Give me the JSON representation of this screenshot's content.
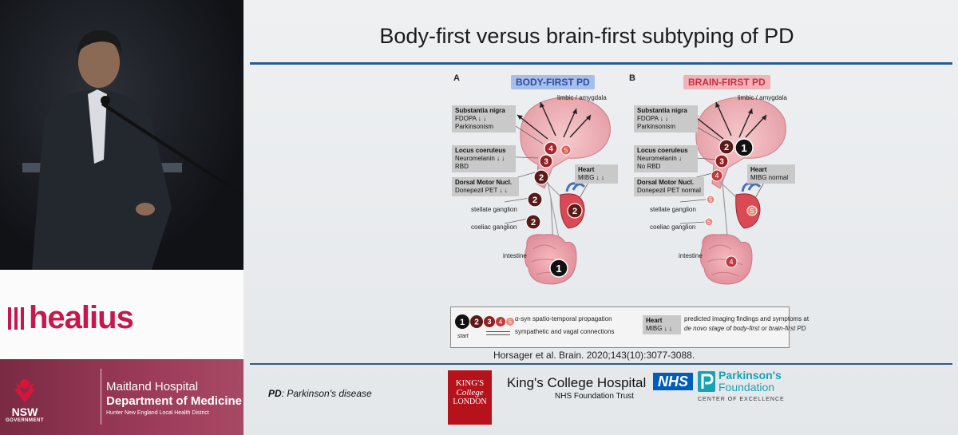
{
  "slide": {
    "title": "Body-first versus brain-first subtyping of PD",
    "footnote_abbr": "PD",
    "footnote_text": ": Parkinson's disease",
    "citation": "Horsager et al. Brain. 2020;143(10):3077-3088."
  },
  "panel_a": {
    "letter": "A",
    "heading": "BODY-FIRST PD",
    "limbic": "limbic / amygdala",
    "sn_title": "Substantia nigra",
    "sn_l1": "FDOPA ↓ ↓",
    "sn_l2": "Parkinsonism",
    "lc_title": "Locus coeruleus",
    "lc_l1": "Neuromelanin ↓ ↓",
    "lc_l2": "RBD",
    "dmn_title": "Dorsal Motor Nucl.",
    "dmn_l1": "Donepezil PET ↓ ↓",
    "heart_title": "Heart",
    "heart_l1": "MIBG ↓ ↓",
    "stellate": "stellate ganglion",
    "coeliac": "coeliac ganglion",
    "intestine": "intestine",
    "n_sn": "4",
    "n_limbic": "5",
    "n_lc": "3",
    "n_dmn": "2",
    "n_stellate": "2",
    "n_coeliac": "2",
    "n_heart": "2",
    "n_intestine": "1"
  },
  "panel_b": {
    "letter": "B",
    "heading": "BRAIN-FIRST PD",
    "limbic": "limbic / amygdala",
    "sn_title": "Substantia nigra",
    "sn_l1": "FDOPA ↓ ↓",
    "sn_l2": "Parkinsonism",
    "lc_title": "Locus coeruleus",
    "lc_l1": "Neuromelanin ↓",
    "lc_l2": "No RBD",
    "dmn_title": "Dorsal Motor Nucl.",
    "dmn_l1": "Donepezil PET normal",
    "heart_title": "Heart",
    "heart_l1": "MIBG normal",
    "stellate": "stellate ganglion",
    "coeliac": "coeliac ganglion",
    "intestine": "intestine",
    "n_sn": "2",
    "n_limbic": "1",
    "n_lc": "3",
    "n_dmn": "4",
    "n_stellate": "5",
    "n_coeliac": "5",
    "n_heart": "5",
    "n_intestine": "4"
  },
  "legend": {
    "n1": "1",
    "n2": "2",
    "n3": "3",
    "n4": "4",
    "n5": "5",
    "start": "start",
    "propagation": "α-syn spatio-temporal propagation",
    "connections": "sympathetic and vagal connections",
    "heart_title": "Heart",
    "heart_l1": "MIBG ↓ ↓",
    "predicted_l1": "predicted imaging findings and symptoms at",
    "predicted_l2": "de novo stage of body-first or brain-first PD"
  },
  "logos": {
    "healius": "healius",
    "maitland_l1": "Maitland Hospital",
    "maitland_l2": "Department of Medicine",
    "maitland_l3": "Hunter New England Local Health District",
    "nsw": "NSW",
    "nsw_sub": "GOVERNMENT",
    "kcl_l1": "KING'S",
    "kcl_l2": "College",
    "kcl_l3": "LONDON",
    "kch_l1": "King's College Hospital",
    "kch_l2": "NHS Foundation Trust",
    "nhs": "NHS",
    "pf_l1": "Parkinson's",
    "pf_l2": "Foundation",
    "pf_l3": "CENTER OF EXCELLENCE"
  },
  "colors": {
    "title_rule": "#2a5d8c",
    "body_first": "#6f8fd8",
    "brain_first": "#e06d7a",
    "node_dark": "#2b1512",
    "node_red": "#a8262a",
    "healius": "#c8174c"
  }
}
